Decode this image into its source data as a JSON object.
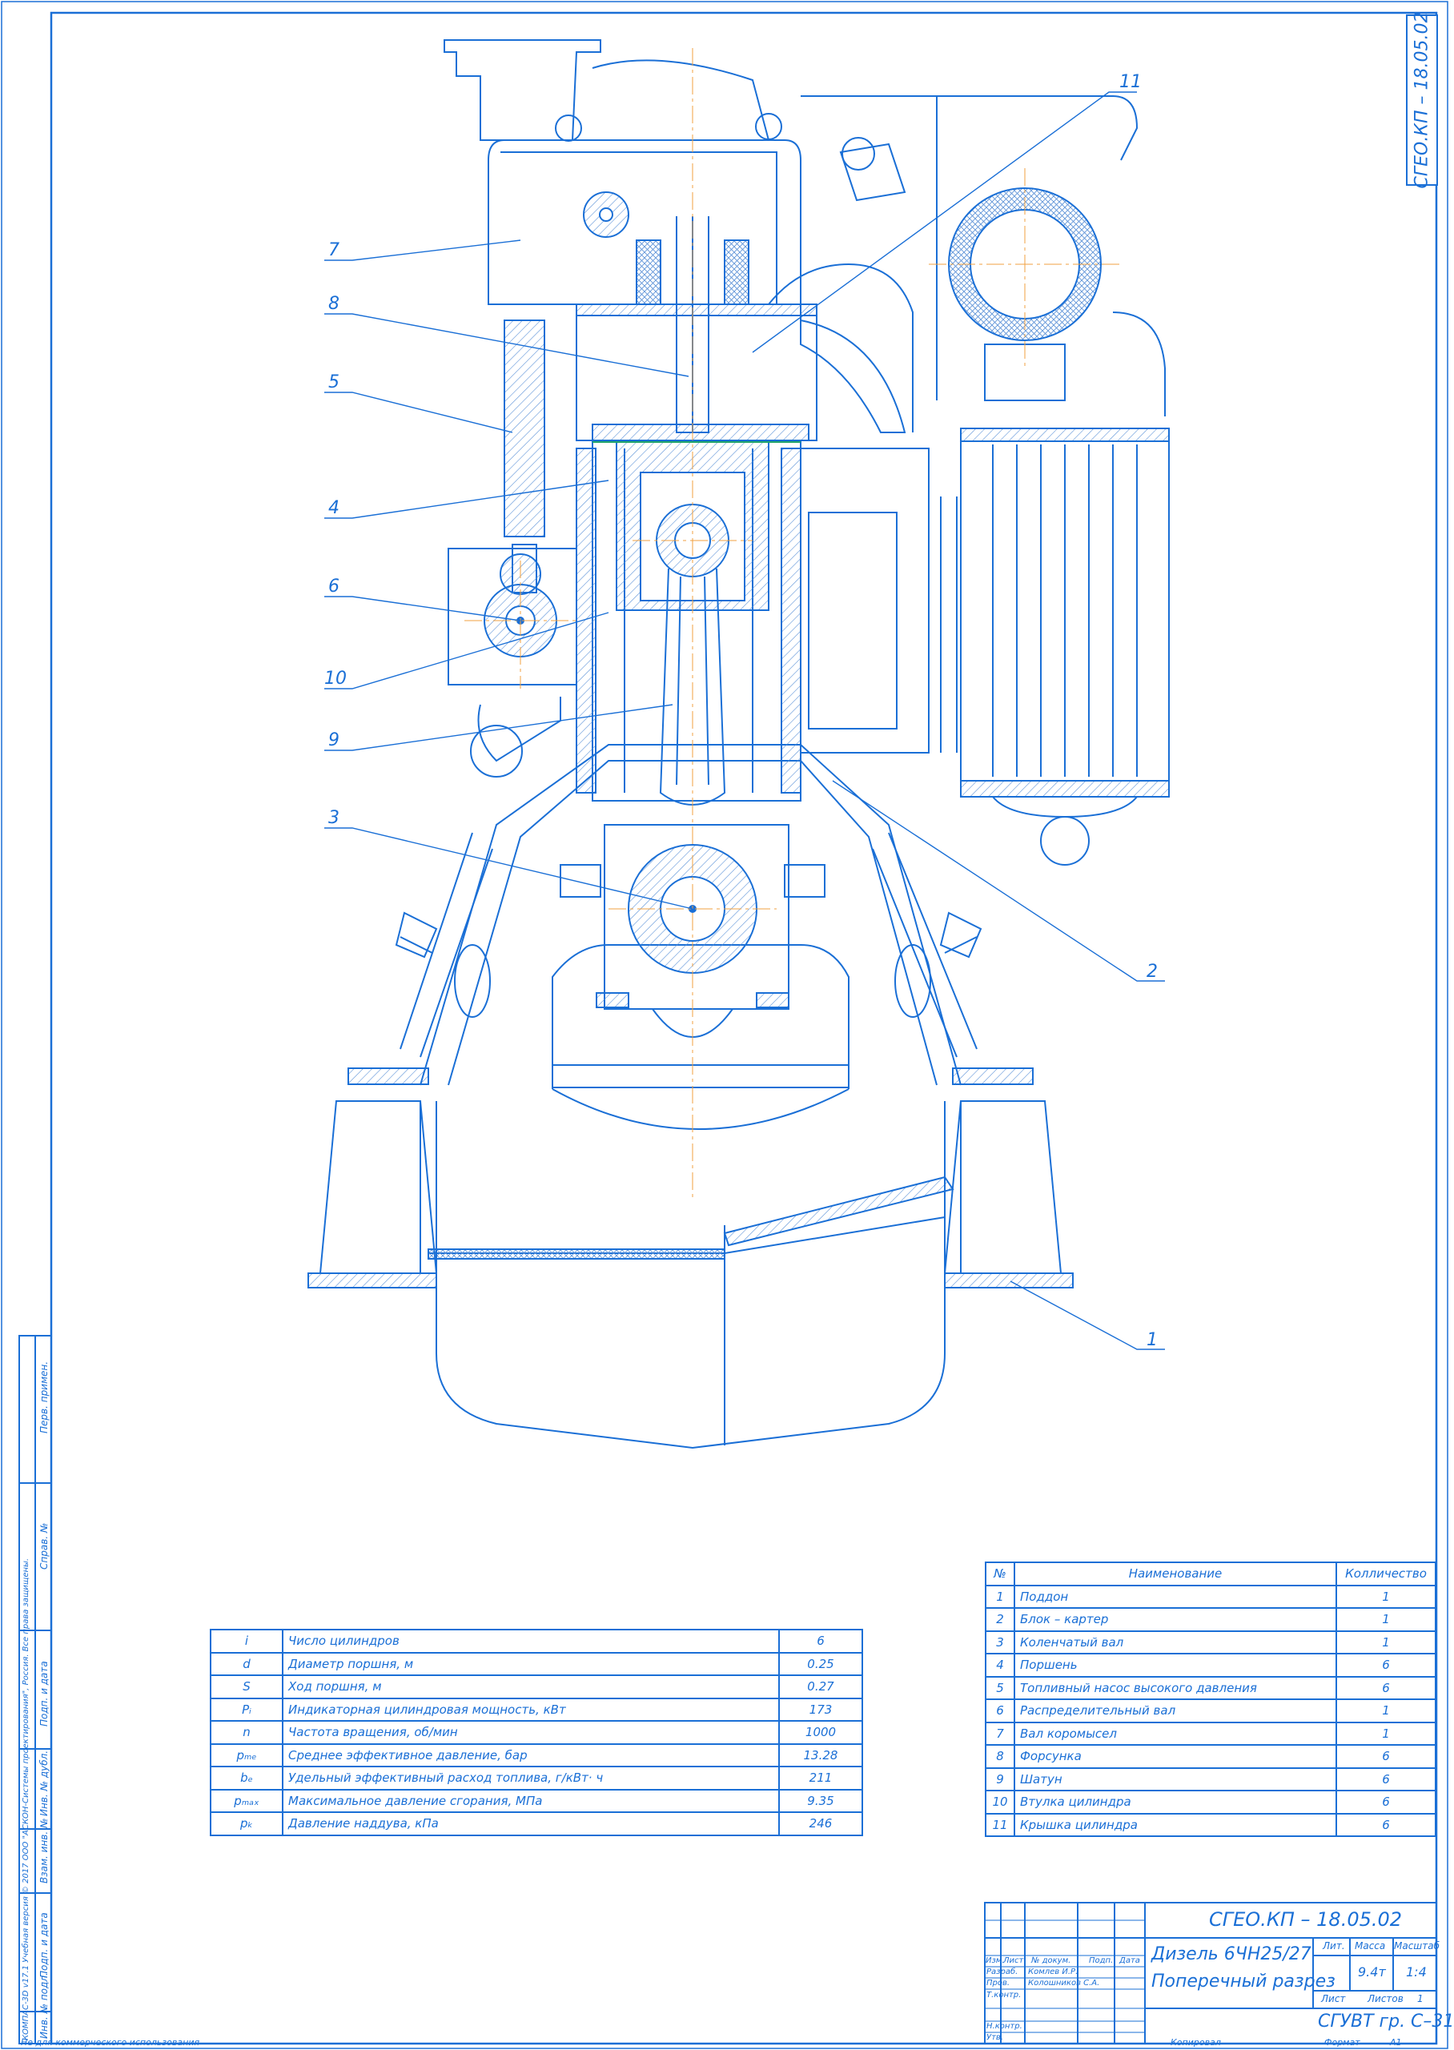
{
  "stamp_top": "СГЕО.КП – 18.05.02",
  "callouts": [
    "1",
    "2",
    "3",
    "4",
    "5",
    "6",
    "7",
    "8",
    "9",
    "10",
    "11"
  ],
  "parameters": {
    "rows": [
      {
        "sym": "i",
        "name": "Число цилиндров",
        "value": "6"
      },
      {
        "sym": "d",
        "name": "Диаметр поршня, м",
        "value": "0.25"
      },
      {
        "sym": "S",
        "name": "Ход поршня, м",
        "value": "0.27"
      },
      {
        "sym": "Pᵢ",
        "name": "Индикаторная цилиндровая мощность, кВт",
        "value": "173"
      },
      {
        "sym": "n",
        "name": "Частота вращения, об/мин",
        "value": "1000"
      },
      {
        "sym": "pₘₑ",
        "name": "Среднее эффективное давление, бар",
        "value": "13.28"
      },
      {
        "sym": "bₑ",
        "name": "Удельный эффективный расход топлива, г/кВт· ч",
        "value": "211"
      },
      {
        "sym": "pₘₐₓ",
        "name": "Максимальное давление сгорания, МПа",
        "value": "9.35"
      },
      {
        "sym": "pₖ",
        "name": "Давление наддува, кПа",
        "value": "246"
      }
    ]
  },
  "parts": {
    "headers": [
      "№",
      "Наименование",
      "Колличество"
    ],
    "rows": [
      {
        "num": "1",
        "name": "Поддон",
        "qty": "1"
      },
      {
        "num": "2",
        "name": "Блок – картер",
        "qty": "1"
      },
      {
        "num": "3",
        "name": "Коленчатый вал",
        "qty": "1"
      },
      {
        "num": "4",
        "name": "Поршень",
        "qty": "6"
      },
      {
        "num": "5",
        "name": "Топливный насос высокого давления",
        "qty": "6"
      },
      {
        "num": "6",
        "name": "Распределительный вал",
        "qty": "1"
      },
      {
        "num": "7",
        "name": "Вал коромысел",
        "qty": "1"
      },
      {
        "num": "8",
        "name": "Форсунка",
        "qty": "6"
      },
      {
        "num": "9",
        "name": "Шатун",
        "qty": "6"
      },
      {
        "num": "10",
        "name": "Втулка цилиндра",
        "qty": "6"
      },
      {
        "num": "11",
        "name": "Крышка цилиндра",
        "qty": "6"
      }
    ]
  },
  "title_block": {
    "code": "СГЕО.КП – 18.05.02",
    "title_line1": "Дизель 6ЧН25/27",
    "title_line2": "Поперечный разрез",
    "col_izm": "Изм.",
    "col_list": "Лист",
    "col_doc": "№ докум.",
    "col_sign": "Подп.",
    "col_date": "Дата",
    "razrab_label": "Разраб.",
    "razrab_name": "Комлев И.Р.",
    "prov_label": "Пров.",
    "prov_name": "Колошников С.А.",
    "tkontr_label": "Т.контр.",
    "nkontr_label": "Н.контр.",
    "utv_label": "Утв.",
    "lit_label": "Лит.",
    "mass_label": "Масса",
    "scale_label": "Масштаб",
    "mass_value": "9.4т",
    "scale_value": "1:4",
    "sheet_label": "Лист",
    "sheets_label": "Листов",
    "sheets_value": "1",
    "org": "СГУВТ гр. С–31"
  },
  "footer": {
    "not_commercial": "Не для коммерческого использования",
    "copied": "Копировал",
    "format_label": "Формат",
    "format_value": "А1"
  },
  "side_strip": {
    "perv_primen": "Перв. примен.",
    "sprav": "Справ. №",
    "podp_data": "Подп. и дата",
    "inv_dubl": "Инв. № дубл.",
    "vzam_inv": "Взам. инв. №",
    "inv_podl": "Инв. № подл.",
    "kompas": "КОМПАС-3D v17.1 Учебная версия © 2017 ООО \"АСКОН-Системы проектирования\", Россия. Все права защищены."
  },
  "colors": {
    "line": "#1a6fd6",
    "accent": "#f0a040",
    "hatch": "#5e93d8"
  }
}
